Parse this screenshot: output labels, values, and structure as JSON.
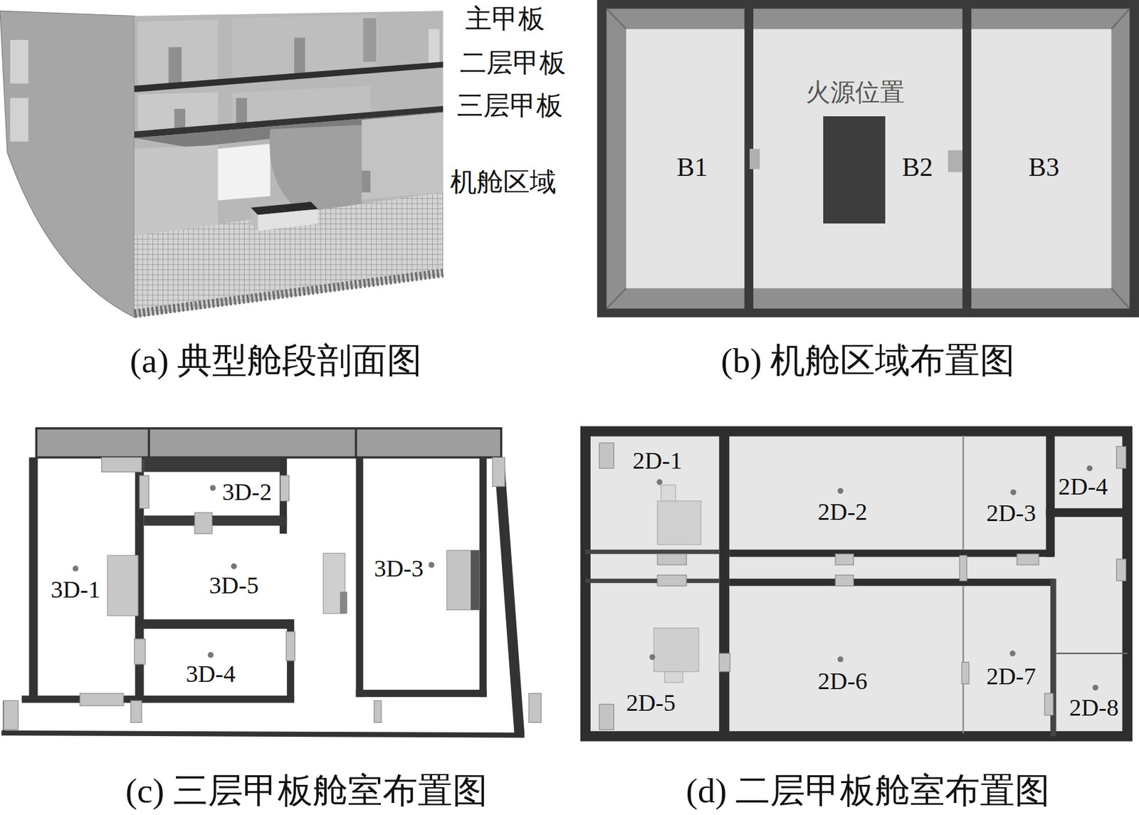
{
  "diagram": {
    "nodes": [
      {
        "text": [
          "B1"
        ]
      },
      {
        "text": [
          "B2"
        ]
      },
      {
        "text": [
          "火源位置"
        ],
        "in": 1
      },
      {
        "text": [
          "B3"
        ]
      },
      {
        "text": [
          "3D-1"
        ]
      },
      {
        "text": [
          "3D-2"
        ]
      },
      {
        "text": [
          "3D-3"
        ]
      },
      {
        "text": [
          "3D-4"
        ]
      },
      {
        "text": [
          "3D-5"
        ]
      },
      {
        "text": [
          "2D-1"
        ]
      },
      {
        "text": [
          "2D-2"
        ]
      },
      {
        "text": [
          "2D-3"
        ]
      },
      {
        "text": [
          "2D-4"
        ]
      },
      {
        "text": [
          "2D-5"
        ]
      },
      {
        "text": [
          "2D-6"
        ]
      },
      {
        "text": [
          "2D-7"
        ]
      },
      {
        "text": [
          "2D-8"
        ]
      }
    ],
    "labels": [
      "主甲板",
      "二层甲板",
      "三层甲板",
      "机舱区域",
      "(a) 典型舱段剖面图",
      "(b) 机舱区域布置图",
      "(c) 三层甲板舱室布置图",
      "(d) 二层甲板舱室布置图"
    ]
  }
}
